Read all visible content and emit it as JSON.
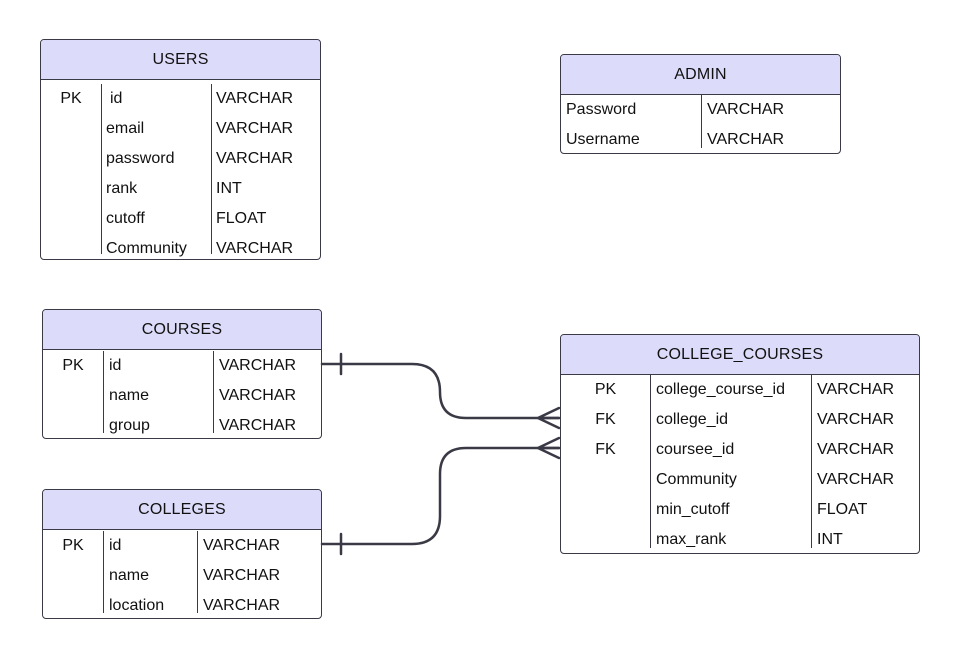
{
  "entities": {
    "users": {
      "title": "USERS",
      "rows": [
        {
          "key": "PK",
          "name": "id",
          "type": "VARCHAR"
        },
        {
          "key": "",
          "name": "email",
          "type": "VARCHAR"
        },
        {
          "key": "",
          "name": "password",
          "type": "VARCHAR"
        },
        {
          "key": "",
          "name": "rank",
          "type": "INT"
        },
        {
          "key": "",
          "name": "cutoff",
          "type": "FLOAT"
        },
        {
          "key": "",
          "name": "Community",
          "type": "VARCHAR"
        }
      ]
    },
    "admin": {
      "title": "ADMIN",
      "rows": [
        {
          "name": "Password",
          "type": "VARCHAR"
        },
        {
          "name": "Username",
          "type": "VARCHAR"
        }
      ]
    },
    "courses": {
      "title": "COURSES",
      "rows": [
        {
          "key": "PK",
          "name": "id",
          "type": "VARCHAR"
        },
        {
          "key": "",
          "name": "name",
          "type": "VARCHAR"
        },
        {
          "key": "",
          "name": "group",
          "type": "VARCHAR"
        }
      ]
    },
    "colleges": {
      "title": "COLLEGES",
      "rows": [
        {
          "key": "PK",
          "name": "id",
          "type": "VARCHAR"
        },
        {
          "key": "",
          "name": "name",
          "type": "VARCHAR"
        },
        {
          "key": "",
          "name": "location",
          "type": "VARCHAR"
        }
      ]
    },
    "college_courses": {
      "title": "COLLEGE_COURSES",
      "rows": [
        {
          "key": "PK",
          "name": "college_course_id",
          "type": "VARCHAR"
        },
        {
          "key": "FK",
          "name": "college_id",
          "type": "VARCHAR"
        },
        {
          "key": "FK",
          "name": "coursee_id",
          "type": "VARCHAR"
        },
        {
          "key": "",
          "name": "Community",
          "type": "VARCHAR"
        },
        {
          "key": "",
          "name": "min_cutoff",
          "type": "FLOAT"
        },
        {
          "key": "",
          "name": "max_rank",
          "type": "INT"
        }
      ]
    }
  },
  "relationships": [
    {
      "from": "courses",
      "to": "college_courses",
      "from_end": "one",
      "to_end": "many"
    },
    {
      "from": "colleges",
      "to": "college_courses",
      "from_end": "one",
      "to_end": "many"
    }
  ],
  "colors": {
    "header_fill": "#dcdcfa",
    "border": "#3a3a46",
    "connector": "#3a3a46"
  }
}
